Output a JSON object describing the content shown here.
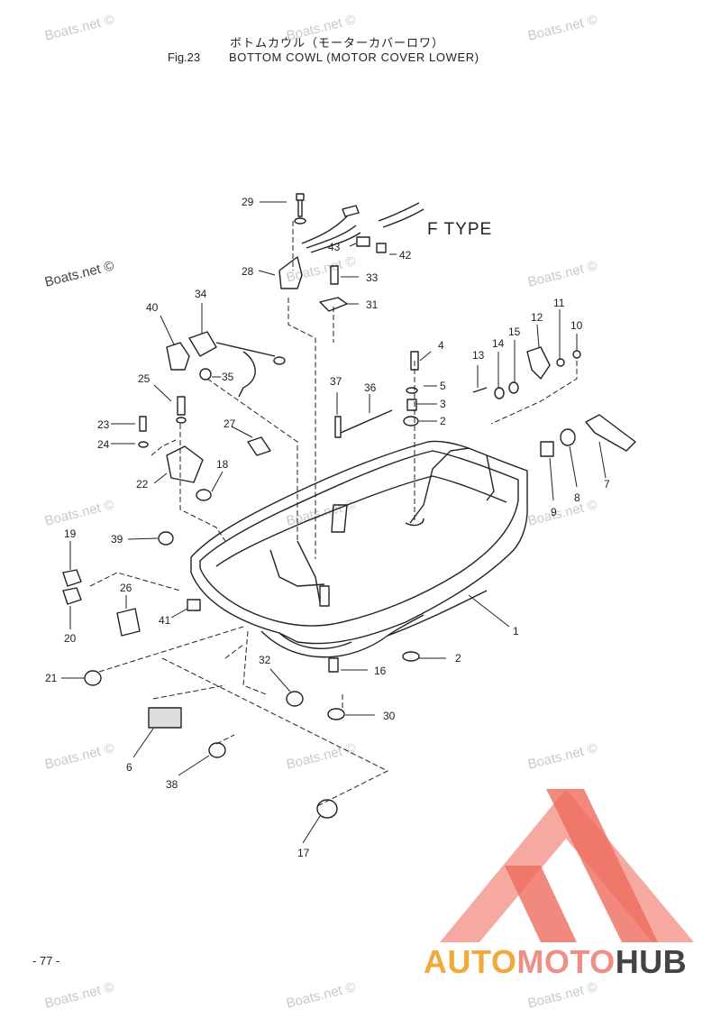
{
  "header": {
    "japanese_title": "ボトムカウル（モーターカバーロワ）",
    "fig_label": "Fig.23",
    "title": "BOTTOM COWL (MOTOR COVER LOWER)"
  },
  "f_type_label": "F TYPE",
  "watermark": "Boats.net ©",
  "page_number": "- 77 -",
  "brand": {
    "part1": "AUTO",
    "part2": "MOTO",
    "part3": "HUB"
  },
  "colors": {
    "brand_orange": "#f2a93b",
    "brand_red": "#ee8f86",
    "brand_dark": "#444444",
    "logo_red": "#ef6b5e"
  },
  "callouts": [
    "29",
    "43",
    "42",
    "28",
    "33",
    "31",
    "40",
    "34",
    "35",
    "25",
    "23",
    "24",
    "27",
    "22",
    "18",
    "36",
    "37",
    "4",
    "5",
    "3",
    "2",
    "13",
    "14",
    "15",
    "12",
    "11",
    "10",
    "9",
    "8",
    "7",
    "19",
    "20",
    "26",
    "41",
    "39",
    "21",
    "1",
    "2",
    "16",
    "32",
    "30",
    "6",
    "38",
    "17"
  ]
}
